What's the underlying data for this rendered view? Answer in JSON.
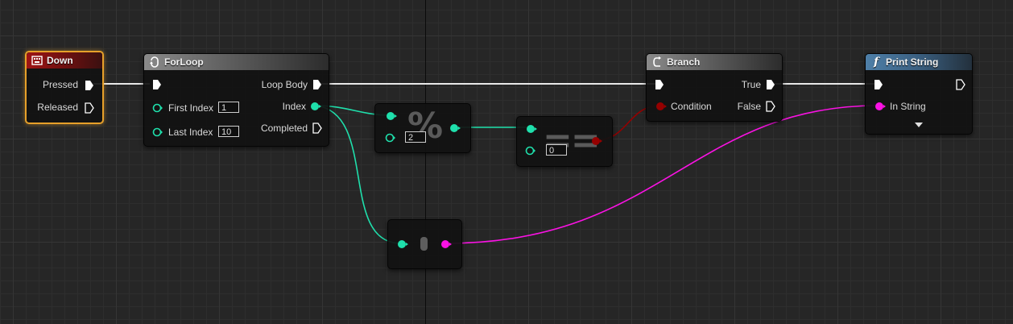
{
  "nodes": {
    "down": {
      "title": "Down",
      "pins": {
        "pressed": "Pressed",
        "released": "Released"
      }
    },
    "forloop": {
      "title": "ForLoop",
      "pins": {
        "first_index": "First Index",
        "last_index": "Last Index",
        "loop_body": "Loop Body",
        "index": "Index",
        "completed": "Completed"
      },
      "values": {
        "first_index": "1",
        "last_index": "10"
      }
    },
    "modulo": {
      "symbol": "%",
      "value": "2"
    },
    "equals": {
      "symbol": "==",
      "value": "0"
    },
    "to_string": {
      "symbol": "•"
    },
    "branch": {
      "title": "Branch",
      "pins": {
        "condition": "Condition",
        "true": "True",
        "false": "False"
      }
    },
    "print_string": {
      "title": "Print String",
      "pins": {
        "in_string": "In String"
      }
    }
  },
  "colors": {
    "exec": "#e8e8e8",
    "integer": "#1fe0ac",
    "boolean": "#950000",
    "string": "#fb12e4",
    "selection": "#e7a02a"
  },
  "icons": {
    "down": "keyboard-key-icon",
    "forloop": "loop-arrow-icon",
    "branch": "branch-icon",
    "print_string": "function-icon",
    "advanced": "expand-arrow-icon"
  }
}
